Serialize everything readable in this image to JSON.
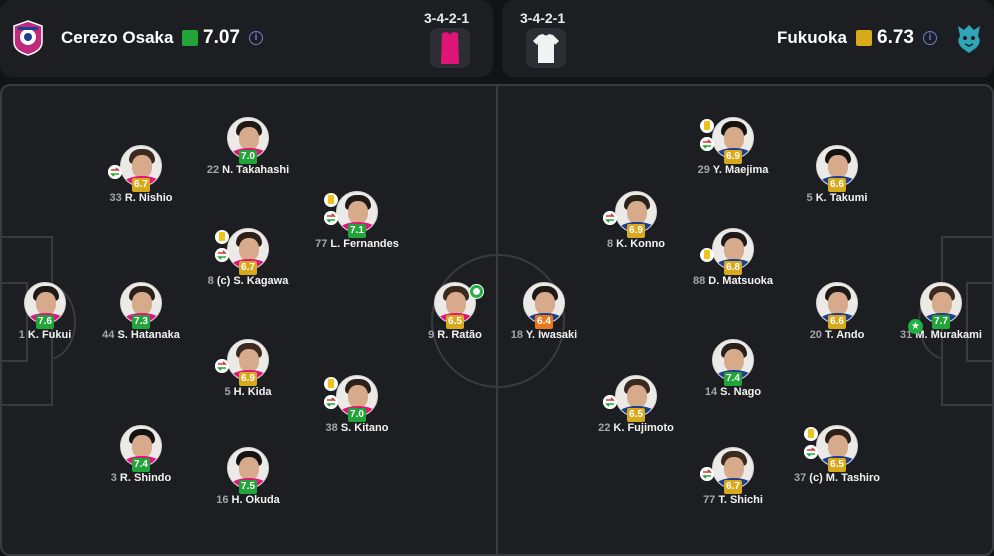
{
  "colors": {
    "rating_green": "#21a538",
    "rating_yellow": "#d8a91c",
    "rating_orange": "#e7781e",
    "card_yellow": "#f0c31b",
    "home_kit": "#e0157a",
    "away_kit": "#f2f2f2"
  },
  "home": {
    "name": "Cerezo Osaka",
    "rating": "7.07",
    "rating_color": "green",
    "formation": "3-4-2-1",
    "info_icon": "i",
    "logo": "cerezo-osaka-crest",
    "kit": "pink-goalkeeper-shirt"
  },
  "away": {
    "name": "Fukuoka",
    "rating": "6.73",
    "rating_color": "yellow",
    "formation": "3-4-2-1",
    "info_icon": "i",
    "logo": "avispa-fukuoka-crest",
    "kit": "white-goalkeeper-shirt"
  },
  "home_players": [
    {
      "num": "1",
      "name": "K. Fukui",
      "rating": "7.6",
      "color": "green",
      "events": []
    },
    {
      "num": "44",
      "name": "S. Hatanaka",
      "rating": "7.3",
      "color": "green",
      "events": []
    },
    {
      "num": "33",
      "name": "R. Nishio",
      "rating": "6.7",
      "color": "yellow",
      "events": [
        "sub"
      ]
    },
    {
      "num": "3",
      "name": "R. Shindo",
      "rating": "7.4",
      "color": "green",
      "events": []
    },
    {
      "num": "22",
      "name": "N. Takahashi",
      "rating": "7.0",
      "color": "green",
      "events": []
    },
    {
      "num": "8",
      "name": "(c) S. Kagawa",
      "rating": "6.7",
      "color": "yellow",
      "events": [
        "card",
        "sub"
      ]
    },
    {
      "num": "5",
      "name": "H. Kida",
      "rating": "6.9",
      "color": "yellow",
      "events": [
        "sub"
      ]
    },
    {
      "num": "16",
      "name": "H. Okuda",
      "rating": "7.5",
      "color": "green",
      "events": []
    },
    {
      "num": "77",
      "name": "L. Fernandes",
      "rating": "7.1",
      "color": "green",
      "events": [
        "card",
        "sub"
      ]
    },
    {
      "num": "38",
      "name": "S. Kitano",
      "rating": "7.0",
      "color": "green",
      "events": [
        "card",
        "sub"
      ]
    },
    {
      "num": "9",
      "name": "R. Ratão",
      "rating": "6.5",
      "color": "yellow",
      "events": [
        "goal"
      ]
    }
  ],
  "away_players": [
    {
      "num": "18",
      "name": "Y. Iwasaki",
      "rating": "6.4",
      "color": "orange",
      "events": []
    },
    {
      "num": "8",
      "name": "K. Konno",
      "rating": "6.9",
      "color": "yellow",
      "events": [
        "sub"
      ]
    },
    {
      "num": "22",
      "name": "K. Fujimoto",
      "rating": "6.5",
      "color": "yellow",
      "events": [
        "sub"
      ]
    },
    {
      "num": "29",
      "name": "Y. Maejima",
      "rating": "6.9",
      "color": "yellow",
      "events": [
        "card",
        "sub"
      ]
    },
    {
      "num": "88",
      "name": "D. Matsuoka",
      "rating": "6.8",
      "color": "yellow",
      "events": [
        "card"
      ]
    },
    {
      "num": "14",
      "name": "S. Nago",
      "rating": "7.4",
      "color": "green",
      "events": []
    },
    {
      "num": "77",
      "name": "T. Shichi",
      "rating": "6.7",
      "color": "yellow",
      "events": [
        "sub"
      ]
    },
    {
      "num": "5",
      "name": "K. Takumi",
      "rating": "6.6",
      "color": "yellow",
      "events": []
    },
    {
      "num": "20",
      "name": "T. Ando",
      "rating": "6.6",
      "color": "yellow",
      "events": []
    },
    {
      "num": "37",
      "name": "(c) M. Tashiro",
      "rating": "6.5",
      "color": "yellow",
      "events": [
        "card",
        "sub"
      ]
    },
    {
      "num": "31",
      "name": "M. Murakami",
      "rating": "7.7",
      "color": "green",
      "events": [
        "star"
      ]
    }
  ]
}
